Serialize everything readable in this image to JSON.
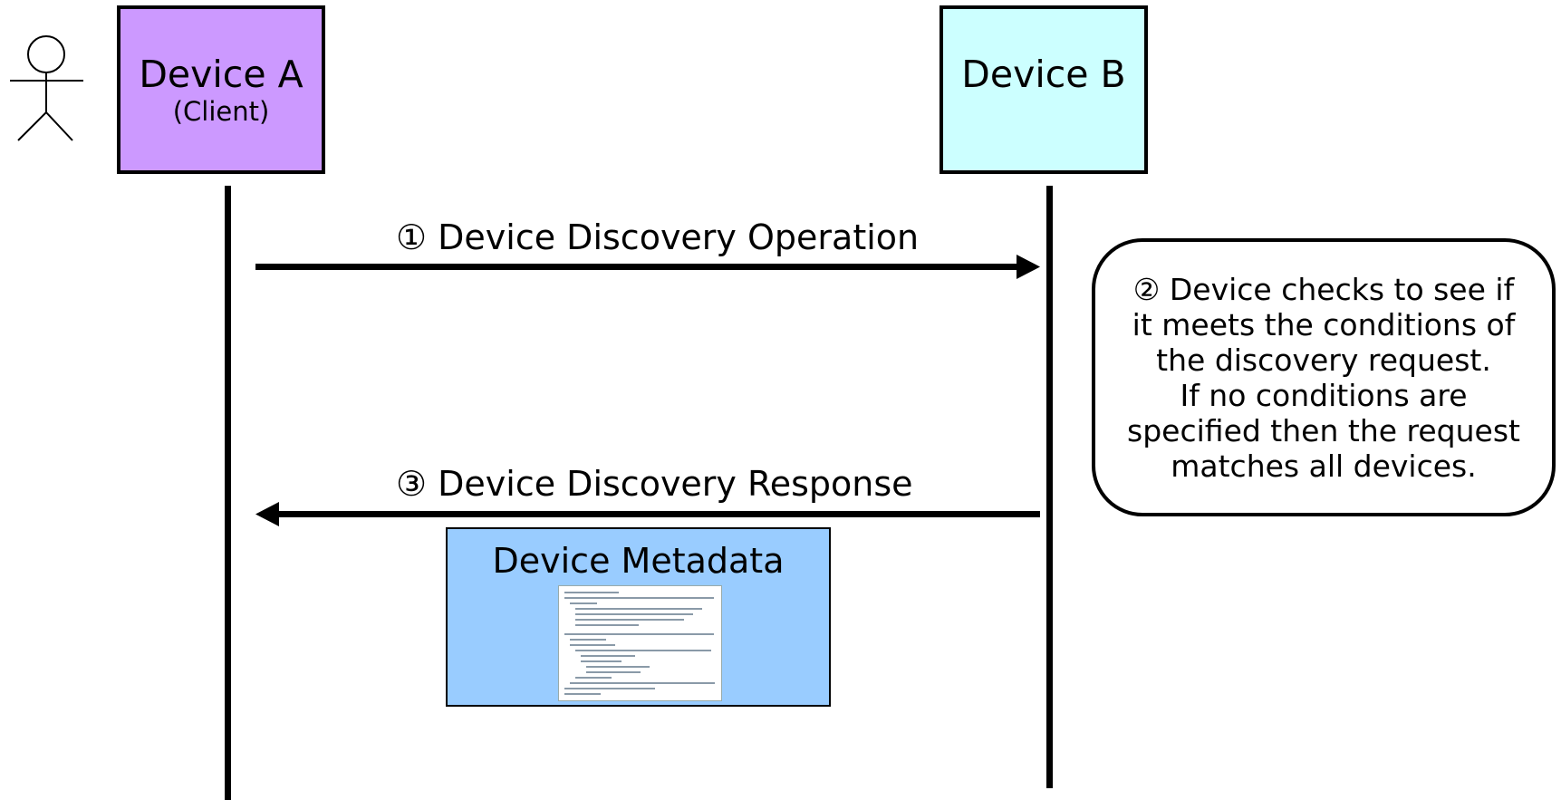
{
  "participants": {
    "device_a": {
      "title": "Device A",
      "subtitle": "(Client)",
      "color": "#cc99ff"
    },
    "device_b": {
      "title": "Device B",
      "color": "#ccffff"
    }
  },
  "messages": {
    "m1": "① Device Discovery Operation",
    "m3": "③ Device Discovery Response"
  },
  "note": {
    "lines": [
      "② Device checks to see if",
      "it meets the conditions of",
      "the discovery request.",
      "If no conditions are",
      "specified then the request",
      "matches all devices."
    ]
  },
  "payload": {
    "title": "Device Metadata",
    "color": "#99ccff"
  }
}
